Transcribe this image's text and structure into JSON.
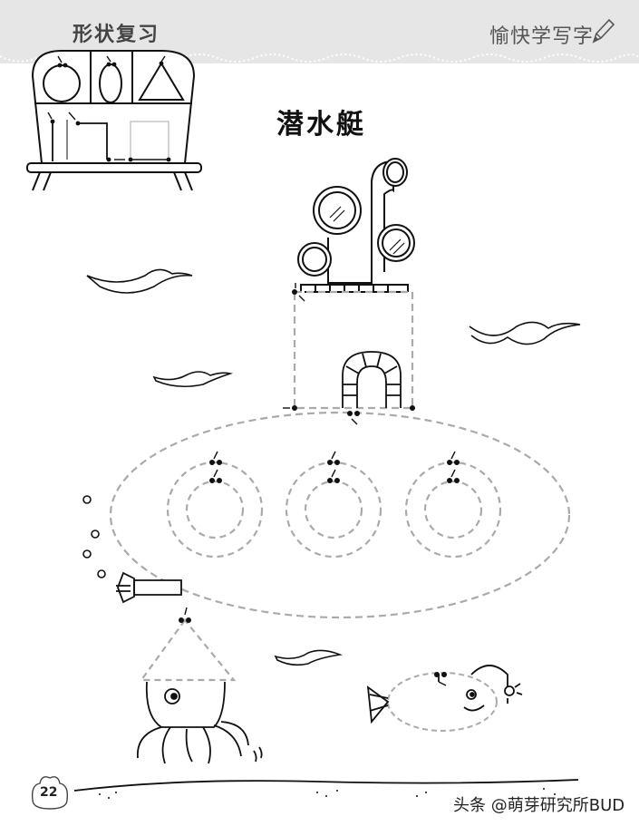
{
  "header": {
    "section_title": "形状复习",
    "book_title": "愉快学写字"
  },
  "page": {
    "title": "潜水艇",
    "number": "22"
  },
  "watermark": "头条 @萌芽研究所BUD"
}
